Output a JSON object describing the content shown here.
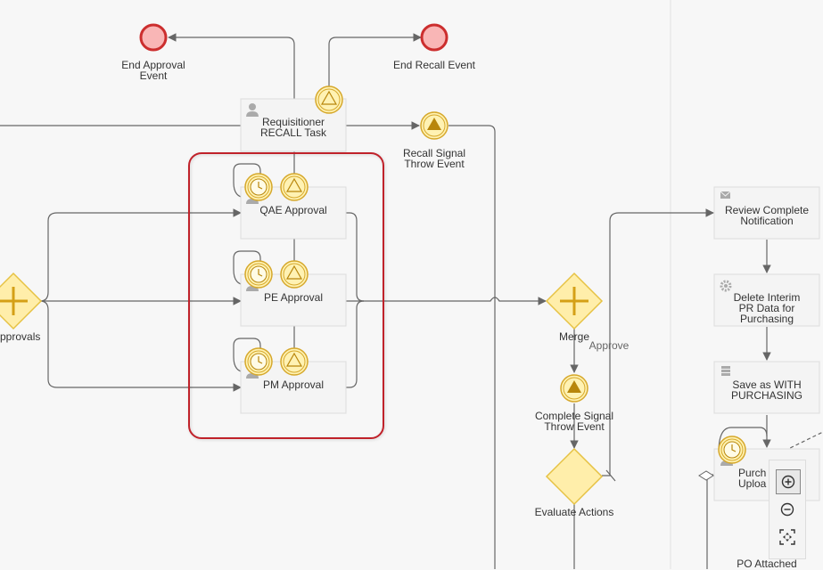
{
  "labels": {
    "end_approval_event": "End Approval\nEvent",
    "end_recall_event": "End Recall Event",
    "requisitioner_recall_task": "Requisitioner\nRECALL Task",
    "recall_signal_throw_event": "Recall Signal\nThrow Event",
    "qae_approval": "QAE Approval",
    "pe_approval": "PE Approval",
    "pm_approval": "PM Approval",
    "approvals_gateway": "pprovals",
    "merge_gateway": "Merge",
    "approve_flow": "Approve",
    "complete_signal_throw_event": "Complete Signal\nThrow Event",
    "evaluate_actions": "Evaluate Actions",
    "review_complete_notification": "Review Complete\nNotification",
    "delete_interim_pr_data": "Delete Interim\nPR Data for\nPurchasing",
    "save_as_with_purchasing": "Save as WITH\nPURCHASING",
    "purchasing_upload_partial": "Purch\nUploa",
    "po_attached": "PO Attached"
  },
  "zoom_controls": {
    "zoom_in": "zoom-in-icon",
    "zoom_out": "zoom-out-icon",
    "fit": "fit-to-screen-icon"
  },
  "colors": {
    "task_fill": "#f4f4f4",
    "task_stroke": "#dddddd",
    "gateway_fill": "#ffeeaa",
    "gateway_stroke": "#e6c244",
    "end_event_fill": "#f9b6b6",
    "end_event_stroke": "#cc2e2e",
    "signal_fill": "#fff2b3",
    "signal_stroke": "#d6a82b",
    "selection_stroke": "#c0202a",
    "flow_line": "#666666"
  }
}
